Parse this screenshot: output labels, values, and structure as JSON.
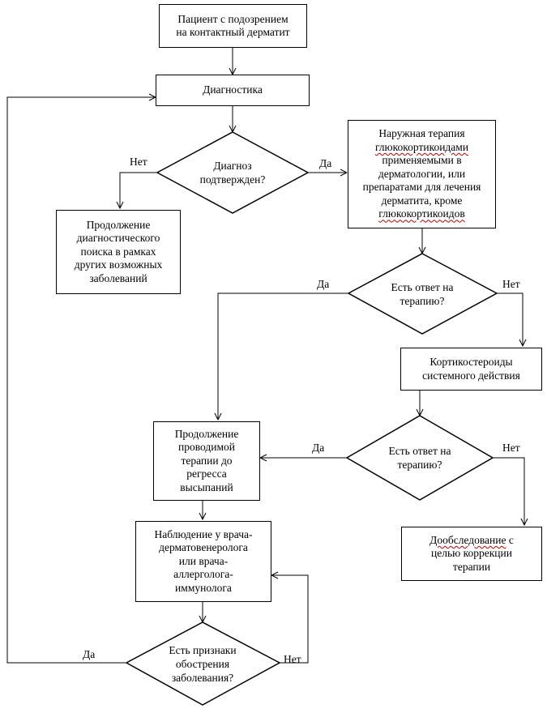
{
  "diagram": {
    "nodes": {
      "start": "Пациент с подозрением\nна контактный дерматит",
      "diagnostics": "Диагностика",
      "d1": "Диагноз\nподтвержден?",
      "continue_search": "Продолжение\nдиагностического\nпоиска в рамках\nдругих возможных\nзаболеваний",
      "topical": {
        "line1": "Наружная терапия",
        "line2": "глюкокортикоидами",
        "line3": "применяемыми в\nдерматологии, или\nпрепаратами для лечения\nдерматита, кроме",
        "line4": "глюкокортикоидов"
      },
      "d2": "Есть ответ на\nтерапию?",
      "systemic": "Кортикостероиды\nсистемного действия",
      "d3": "Есть ответ на\nтерапию?",
      "continue_therapy": "Продолжение\nпроводимой\nтерапии до\nрегресса\nвысыпаний",
      "further_exam": {
        "word1": "Дообследование",
        "rest1": " с",
        "rest2": "целью коррекции\nтерапии"
      },
      "observation": "Наблюдение у врача-\nдерматовенеролога\nили врача-\nаллерголога-\nиммунолога",
      "d4": "Есть признаки\nобострения\nзаболевания?"
    },
    "labels": {
      "d1_no": "Нет",
      "d1_yes": "Да",
      "d2_yes": "Да",
      "d2_no": "Нет",
      "d3_yes": "Да",
      "d3_no": "Нет",
      "d4_yes": "Да",
      "d4_no": "Нет"
    }
  }
}
